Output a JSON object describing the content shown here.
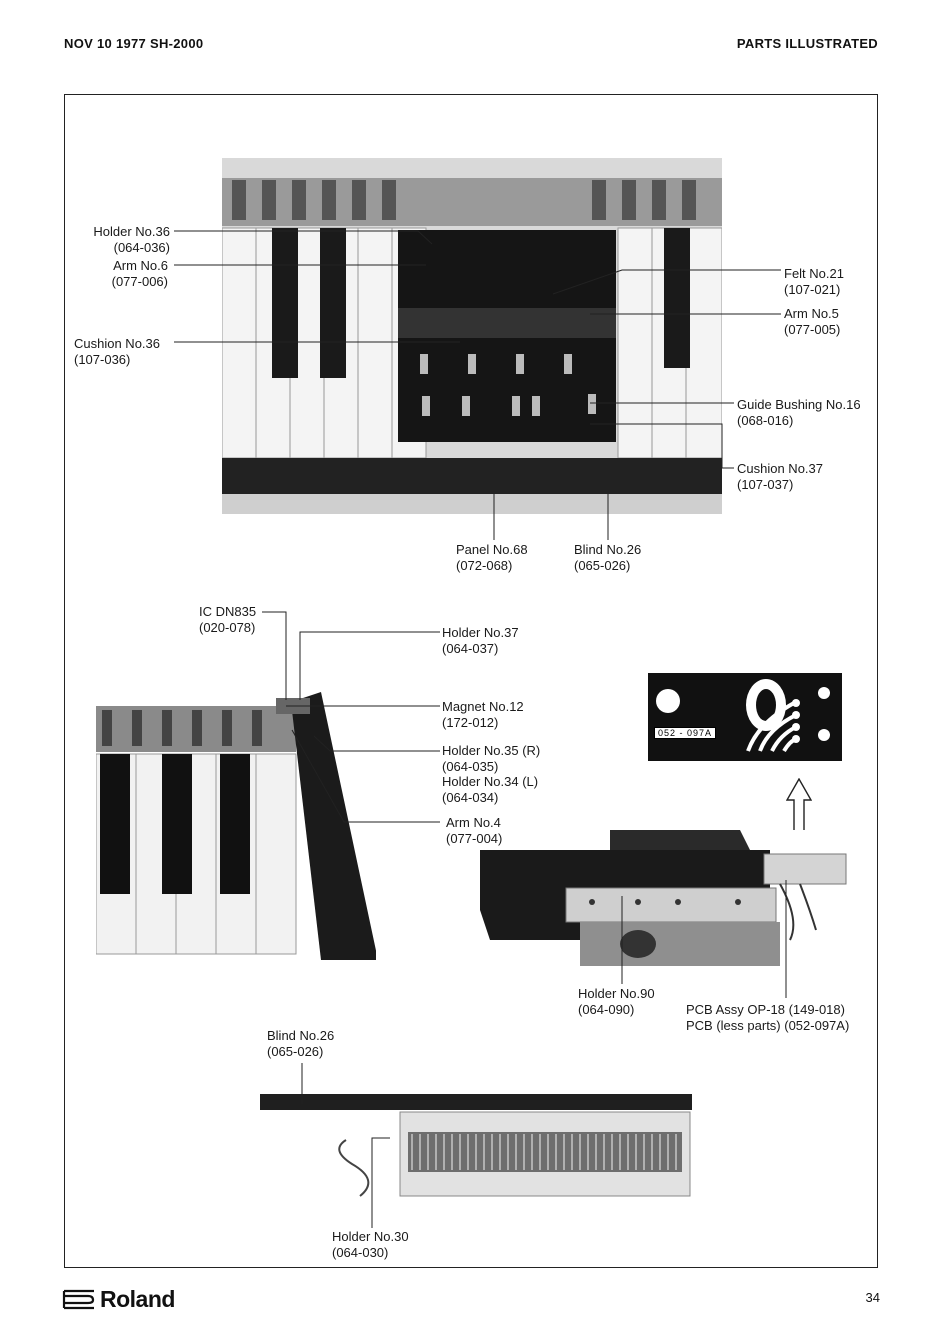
{
  "header": {
    "left": "NOV 10 1977 SH-2000",
    "right": "PARTS ILLUSTRATED"
  },
  "labels": {
    "holder36": [
      "Holder No.36",
      "(064-036)"
    ],
    "arm6": [
      "Arm No.6",
      "(077-006)"
    ],
    "cushion36": [
      "Cushion No.36",
      "(107-036)"
    ],
    "felt21": [
      "Felt No.21",
      "(107-021)"
    ],
    "arm5": [
      "Arm No.5",
      "(077-005)"
    ],
    "guide16": [
      "Guide Bushing No.16",
      "(068-016)"
    ],
    "cushion37": [
      "Cushion No.37",
      "(107-037)"
    ],
    "panel68": [
      "Panel No.68",
      "(072-068)"
    ],
    "blind26a": [
      "Blind No.26",
      "(065-026)"
    ],
    "ic": [
      "IC DN835",
      "(020-078)"
    ],
    "holder37": [
      "Holder No.37",
      "(064-037)"
    ],
    "magnet12": [
      "Magnet No.12",
      "(172-012)"
    ],
    "holder35": [
      "Holder No.35 (R)",
      "(064-035)",
      "Holder No.34 (L)",
      "(064-034)"
    ],
    "arm4": [
      "Arm No.4",
      "(077-004)"
    ],
    "holder90": [
      "Holder No.90",
      "(064-090)"
    ],
    "pcb": [
      "PCB Assy OP-18 (149-018)",
      "PCB (less parts) (052-097A)"
    ],
    "blind26b": [
      "Blind No.26",
      "(065-026)"
    ],
    "holder30": [
      "Holder No.30",
      "(064-030)"
    ]
  },
  "pcb_code": "052 - 097A",
  "footer": {
    "brand": "Roland",
    "page": "34"
  }
}
